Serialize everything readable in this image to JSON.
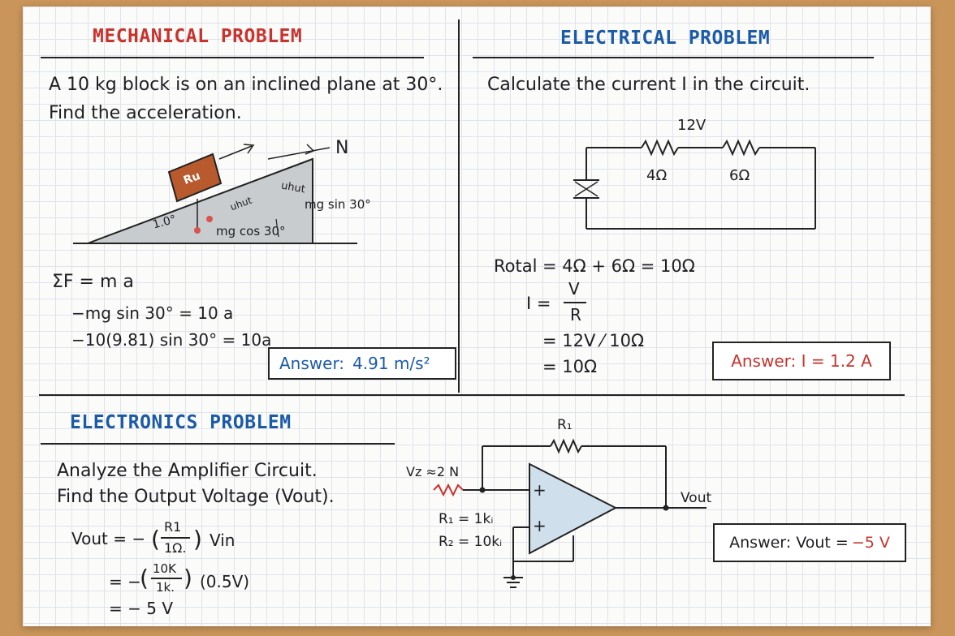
{
  "mechanical": {
    "heading": "MECHANICAL PROBLEM",
    "problem_line1": "A 10 kg block is on an inclined plane at 30°.",
    "problem_line2": "Find the acceleration.",
    "diagram": {
      "block_label": "Ru",
      "angle_label": "1.0°",
      "normal_label": "N",
      "unit_label1": "uhut",
      "unit_label2": "uhut",
      "mg_sin_label": "mg sin 30°",
      "mg_cos_label": "mg cos 30°"
    },
    "eq1": "ΣF = m a",
    "eq2": "−mg sin 30° = 10 a",
    "eq3": "−10(9.81) sin 30° = 10a",
    "answer_prefix": "Answer:",
    "answer_value": "4.91 m/s²"
  },
  "electrical": {
    "heading": "ELECTRICAL PROBLEM",
    "problem": "Calculate the current I in the circuit.",
    "circuit": {
      "voltage_label": "12V",
      "r1_label": "4Ω",
      "r2_label": "6Ω"
    },
    "total_label": "Rotal",
    "total_rhs": "= 4Ω + 6Ω = 10Ω",
    "i_label": "I =",
    "frac_num": "V",
    "frac_den": "R",
    "line3": "= 12V ⁄ 10Ω",
    "line4": "= 10Ω",
    "answer": "Answer: I = 1.2 A"
  },
  "electronics": {
    "heading": "ELECTRONICS PROBLEM",
    "problem_line1": "Analyze the Amplifier Circuit.",
    "problem_line2": "Find the Output Voltage (Vout).",
    "eq1_lhs": "Vout = −",
    "eq1_num": "R1",
    "eq1_den": "1Ω.",
    "eq1_tail": "Vin",
    "eq2_lhs": "= −",
    "eq2_num": "10K",
    "eq2_den": "1k.",
    "eq2_tail": "(0.5V)",
    "eq3": "= − 5 V",
    "circuit": {
      "vin_label": "Vz ≈2 N",
      "rf_label": "R₁",
      "r1_value": "R₁ = 1kᵢ",
      "r2_value": "R₂ = 10kᵢ",
      "plus_top": "+",
      "plus_bottom": "+",
      "vout_label": "Vout"
    },
    "answer_prefix": "Answer: Vout = ",
    "answer_value": "−5 V"
  }
}
